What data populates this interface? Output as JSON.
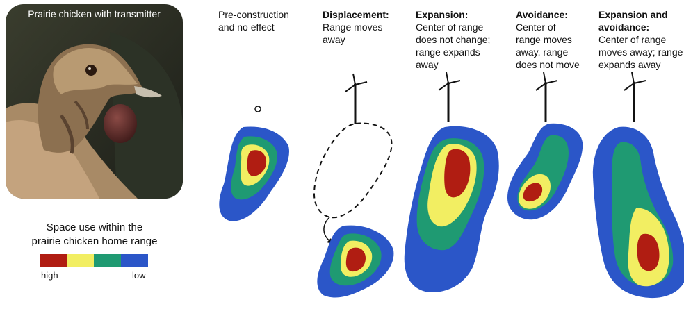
{
  "photo": {
    "caption": "Prairie chicken with transmitter"
  },
  "legend": {
    "title_line1": "Space use within the",
    "title_line2": "prairie chicken home range",
    "high_label": "high",
    "low_label": "low",
    "colors": [
      "#b01d12",
      "#f2ee62",
      "#1f9a72",
      "#2b56c8"
    ]
  },
  "scenarios": [
    {
      "title": "",
      "desc_lines": [
        "Pre-construction",
        "and no effect"
      ]
    },
    {
      "title": "Displacement:",
      "desc_lines": [
        "Range moves",
        "away"
      ]
    },
    {
      "title": "Expansion:",
      "desc_lines": [
        "Center of range",
        "does not change;",
        "range expands",
        "away"
      ]
    },
    {
      "title": "Avoidance:",
      "desc_lines": [
        "Center of",
        "range moves",
        "away, range",
        "does not move"
      ]
    },
    {
      "title": "Expansion and",
      "desc_lines": [
        "avoidance:",
        "Center of range",
        "moves away; range",
        "expands away"
      ]
    }
  ],
  "icons": {
    "turbine": "wind-turbine-icon",
    "no_turbine": "empty-circle-icon",
    "arrow": "curved-arrow-icon"
  }
}
